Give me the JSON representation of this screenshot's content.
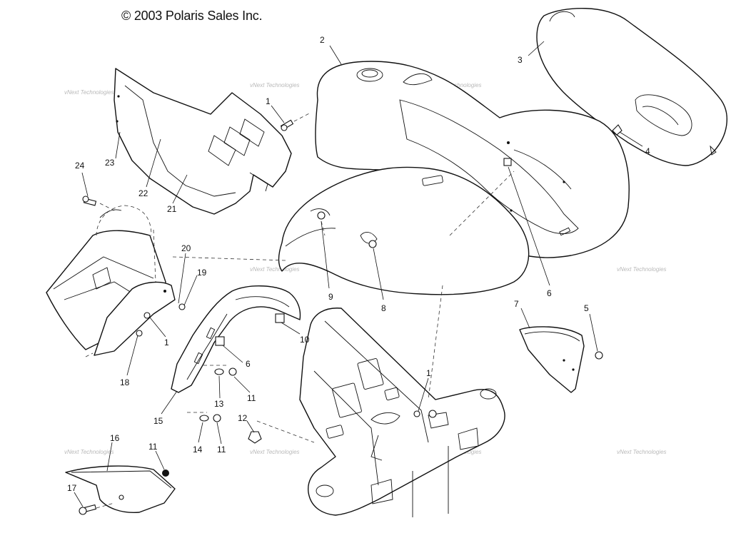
{
  "copyright": "© 2003 Polaris Sales Inc.",
  "watermark": "vNext Technologies",
  "callouts": [
    {
      "id": "c1a",
      "text": "1"
    },
    {
      "id": "c2",
      "text": "2"
    },
    {
      "id": "c3",
      "text": "3"
    },
    {
      "id": "c4",
      "text": "4"
    },
    {
      "id": "c24",
      "text": "24"
    },
    {
      "id": "c23",
      "text": "23"
    },
    {
      "id": "c22",
      "text": "22"
    },
    {
      "id": "c21",
      "text": "21"
    },
    {
      "id": "c20",
      "text": "20"
    },
    {
      "id": "c19",
      "text": "19"
    },
    {
      "id": "c1b",
      "text": "1"
    },
    {
      "id": "c18",
      "text": "18"
    },
    {
      "id": "c9",
      "text": "9"
    },
    {
      "id": "c8",
      "text": "8"
    },
    {
      "id": "c6a",
      "text": "6"
    },
    {
      "id": "c7",
      "text": "7"
    },
    {
      "id": "c5",
      "text": "5"
    },
    {
      "id": "c10",
      "text": "10"
    },
    {
      "id": "c6b",
      "text": "6"
    },
    {
      "id": "c11a",
      "text": "11"
    },
    {
      "id": "c13",
      "text": "13"
    },
    {
      "id": "c15",
      "text": "15"
    },
    {
      "id": "c1c",
      "text": "1"
    },
    {
      "id": "c12",
      "text": "12"
    },
    {
      "id": "c14",
      "text": "14"
    },
    {
      "id": "c11b",
      "text": "11"
    },
    {
      "id": "c16",
      "text": "16"
    },
    {
      "id": "c11c",
      "text": "11"
    },
    {
      "id": "c17",
      "text": "17"
    }
  ]
}
